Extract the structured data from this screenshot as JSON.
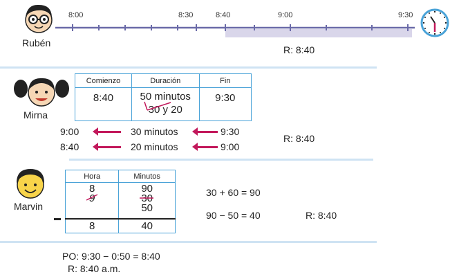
{
  "ruben": {
    "name": "Rubén",
    "ticks": [
      "8:00",
      "8:30",
      "8:40",
      "9:00",
      "9:30"
    ],
    "answer": "R: 8:40"
  },
  "mirna": {
    "name": "Mirna",
    "table": {
      "headers": [
        "Comienzo",
        "Duración",
        "Fin"
      ],
      "start": "8:40",
      "duration_top": "50 minutos",
      "duration_split": "30 y 20",
      "end": "9:30"
    },
    "steps": [
      {
        "left": "9:00",
        "middle": "30 minutos",
        "right": "9:30"
      },
      {
        "left": "8:40",
        "middle": "20 minutos",
        "right": "9:00"
      }
    ],
    "answer": "R: 8:40"
  },
  "marvin": {
    "name": "Marvin",
    "table": {
      "headers": [
        "Hora",
        "Minutos"
      ],
      "hour_new": "8",
      "hour_old": "9",
      "min_new": "90",
      "min_old": "30",
      "subtrahend_min": "50",
      "result_hour": "8",
      "result_min": "40"
    },
    "eq1": "30 + 60 = 90",
    "eq2": "90 − 50 = 40",
    "answer": "R: 8:40"
  },
  "footer": {
    "po": "PO: 9:30 − 0:50 = 8:40",
    "answer": "R: 8:40 a.m."
  },
  "colors": {
    "accent_blue": "#4aa3d8",
    "pink": "#c2185b",
    "timeline": "#6a6aa8",
    "band": "#d9d6ea"
  },
  "icons": [
    "boy-face-glasses-icon",
    "girl-face-pigtails-icon",
    "boy-face-smiling-icon",
    "clock-icon"
  ]
}
